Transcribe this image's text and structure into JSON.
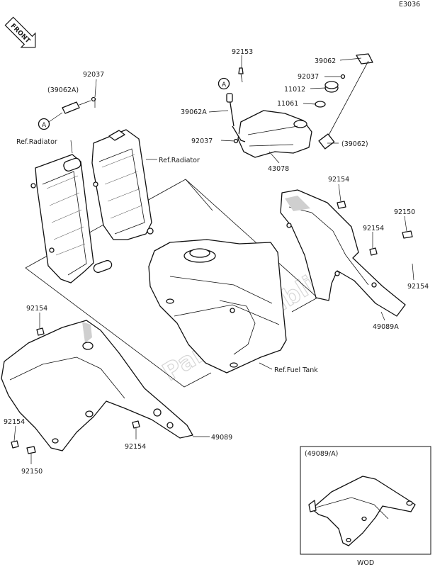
{
  "diagram_code": "E3036",
  "front_indicator": "FRONT",
  "watermark": "PartsRepublik",
  "inset": {
    "title": "(49089/A)"
  },
  "footer_code": "WOD",
  "ref_ref_radiator_left": "Ref.Radiator",
  "ref_ref_radiator_right": "Ref.Radiator",
  "ref_ref_fuel_tank": "Ref.Fuel Tank",
  "callout_marker": "A",
  "labels": {
    "l_92153": "92153",
    "l_39062_top": "39062",
    "l_92037_top_right": "92037",
    "l_11012": "11012",
    "l_11061": "11061",
    "l_92037_top_left": "92037",
    "l_39062a_paren": "(39062A)",
    "l_39062a": "39062A",
    "l_92037_mid": "92037",
    "l_39062_paren": "(39062)",
    "l_43078": "43078",
    "l_92154_right_top": "92154",
    "l_92150_right": "92150",
    "l_92154_right_mid": "92154",
    "l_92154_right_low": "92154",
    "l_49089a": "49089A",
    "l_92154_left_top": "92154",
    "l_92154_left_low": "92154",
    "l_92150_left": "92150",
    "l_92154_bottom": "92154",
    "l_49089": "49089"
  }
}
